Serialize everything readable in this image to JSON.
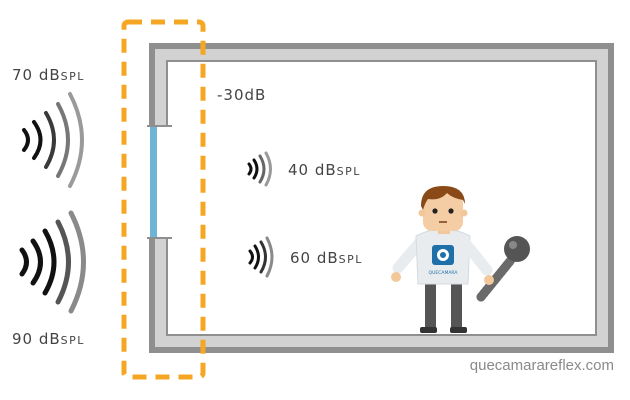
{
  "labels": {
    "outside_top": {
      "value": "70 dB",
      "unit": "SPL"
    },
    "outside_bottom": {
      "value": "90 dB",
      "unit": "SPL"
    },
    "attenuation": "-30dB",
    "inside_top": {
      "value": "40 dB",
      "unit": "SPL"
    },
    "inside_bottom": {
      "value": "60 dB",
      "unit": "SPL"
    }
  },
  "person": {
    "shirt_logo_text": "QUECAMARA"
  },
  "watermark": "quecamarareflex.com",
  "colors": {
    "wall": "#8f8f8f",
    "wall_fill": "#cfcfcf",
    "window": "#6fb4d6",
    "highlight_border": "#f5a623",
    "sound_waves_dark": "#111111",
    "sound_waves_light": "#8a8a8a"
  },
  "icons": [
    "sound-wave-icon",
    "microphone-icon",
    "person-icon"
  ]
}
